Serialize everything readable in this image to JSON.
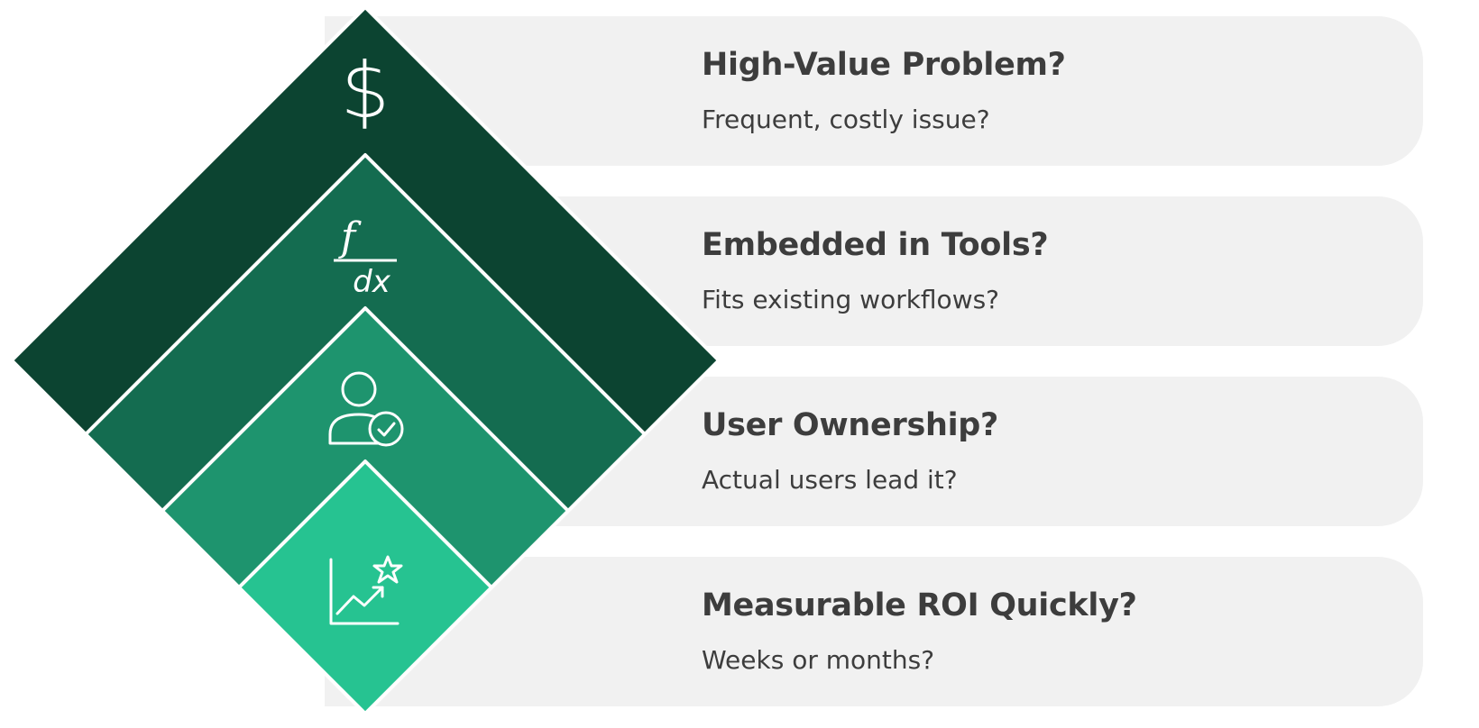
{
  "colors": {
    "level1": "#0c4431",
    "level2": "#146c50",
    "level3": "#1e946e",
    "level4": "#26c391",
    "card_bg": "#f1f1f1",
    "text": "#3d3d3d"
  },
  "items": [
    {
      "title": "High-Value Problem?",
      "subtitle": "Frequent, costly issue?",
      "icon": "dollar-sign-icon"
    },
    {
      "title": "Embedded in Tools?",
      "subtitle": "Fits existing workflows?",
      "icon": "function-dx-icon"
    },
    {
      "title": "User Ownership?",
      "subtitle": "Actual users lead it?",
      "icon": "user-check-icon"
    },
    {
      "title": "Measurable ROI Quickly?",
      "subtitle": "Weeks or months?",
      "icon": "growth-chart-star-icon"
    }
  ],
  "icon_text": {
    "dollar": "$",
    "f": "f",
    "dx": "dx"
  }
}
